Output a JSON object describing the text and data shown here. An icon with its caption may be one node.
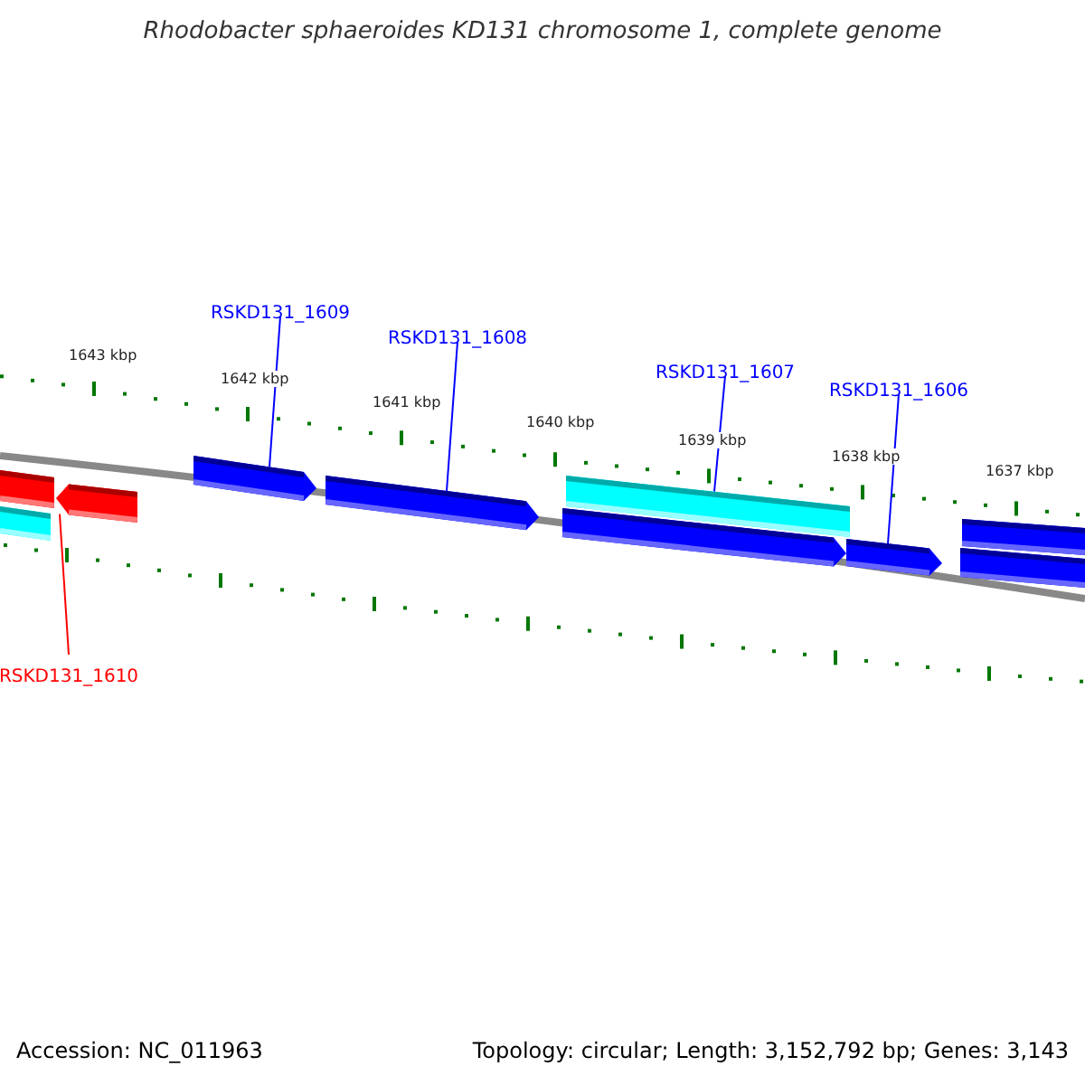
{
  "diagram": {
    "title": "Rhodobacter sphaeroides KD131 chromosome 1, complete genome",
    "nodes": [
      {
        "text": [
          "RSKD131_1609"
        ]
      },
      {
        "text": [
          "RSKD131_1608"
        ]
      },
      {
        "text": [
          "RSKD131_1607"
        ]
      },
      {
        "text": [
          "RSKD131_1606"
        ]
      },
      {
        "text": [
          "RSKD131_1610"
        ]
      },
      {
        "text": [],
        "shape": "bar"
      },
      {
        "text": [],
        "shape": "bar"
      },
      {
        "text": [],
        "shape": "arrow"
      },
      {
        "text": [],
        "shape": "arrow"
      },
      {
        "text": [],
        "shape": "arrow"
      },
      {
        "text": [],
        "shape": "bar"
      },
      {
        "text": [],
        "shape": "arrow"
      },
      {
        "text": [],
        "shape": "arrow"
      },
      {
        "text": [],
        "shape": "bar"
      },
      {
        "text": [],
        "shape": "bar"
      }
    ],
    "edges": [
      {
        "from": 0,
        "to": 8,
        "arrow": "none"
      },
      {
        "from": 1,
        "to": 9,
        "arrow": "none"
      },
      {
        "from": 2,
        "to": 10,
        "arrow": "none"
      },
      {
        "from": 3,
        "to": 12,
        "arrow": "none"
      },
      {
        "from": 4,
        "to": 7,
        "arrow": "none",
        "color": "#ff0000"
      }
    ],
    "labels": [
      "1643 kbp",
      "1642 kbp",
      "1641 kbp",
      "1640 kbp",
      "1639 kbp",
      "1638 kbp",
      "1637 kbp",
      "Accession: NC_011963",
      "Topology: circular; Length: 3,152,792 bp; Genes: 3,143"
    ]
  }
}
